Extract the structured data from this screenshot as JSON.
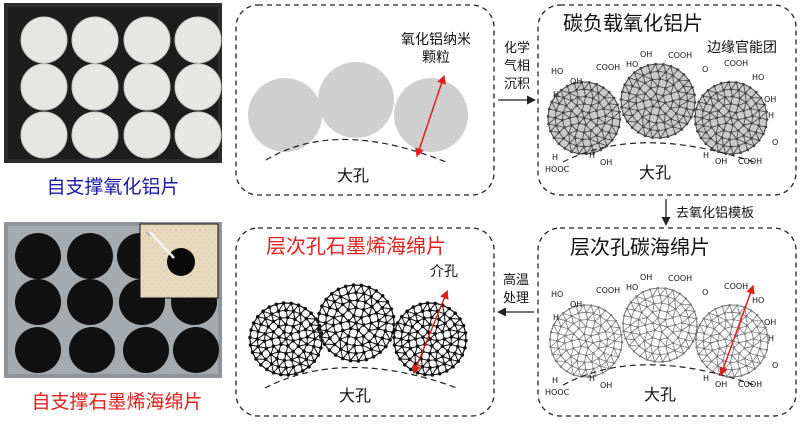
{
  "photos": {
    "top_caption": "自支撑氧化铝片",
    "bottom_caption": "自支撑石墨烯海绵片"
  },
  "panels": {
    "alumina": {
      "particle_label_line1": "氧化铝纳米",
      "particle_label_line2": "颗粒",
      "pore_label": "大孔"
    },
    "carbon_alumina": {
      "title": "碳负载氧化铝片",
      "group_label": "边缘官能团",
      "pore_label": "大孔"
    },
    "carbon_sponge": {
      "title": "层次孔碳海绵片",
      "pore_label": "大孔"
    },
    "graphene_sponge": {
      "title": "层次孔石墨烯海绵片",
      "meso_label": "介孔",
      "pore_label": "大孔"
    }
  },
  "arrows": {
    "cvd": [
      "化学",
      "气相",
      "沉积"
    ],
    "remove_template": "去氧化铝模板",
    "high_temp": [
      "高温",
      "处理"
    ]
  },
  "functional_groups": [
    "HO",
    "COOH",
    "OH",
    "H",
    "O",
    "HOOC"
  ],
  "colors": {
    "blue_caption": "#1a1aa8",
    "red_caption": "#e0201c",
    "alumina_particle": "#cfcfcf",
    "arrow_red": "#d9221c"
  }
}
